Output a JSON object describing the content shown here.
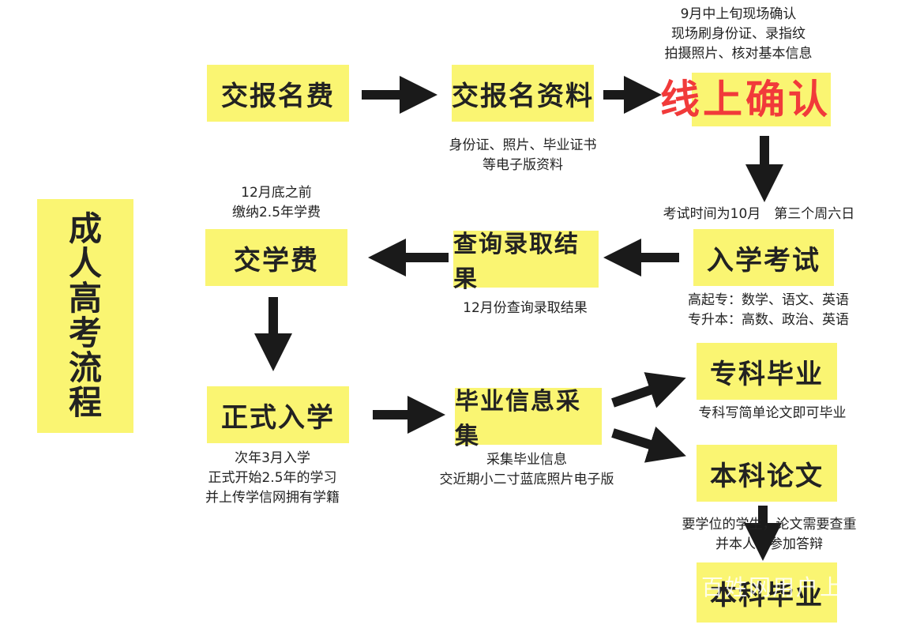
{
  "title_chars": [
    "成",
    "人",
    "高",
    "考",
    "流",
    "程"
  ],
  "steps": {
    "pay_fee": "交报名费",
    "submit_docs": "交报名资料",
    "confirm": "线上确认",
    "exam": "入学考试",
    "query": "查询录取结果",
    "tuition": "交学费",
    "enroll": "正式入学",
    "collect": "毕业信息采集",
    "zk_grad": "专科毕业",
    "bk_thesis": "本科论文",
    "bk_grad": "本科毕业"
  },
  "notes": {
    "confirm_1": "9月中上旬现场确认",
    "confirm_2": "现场刷身份证、录指纹",
    "confirm_3": "拍摄照片、核对基本信息",
    "docs_1": "身份证、照片、毕业证书",
    "docs_2": "等电子版资料",
    "exam_time": "考试时间为10月　第三个周六日",
    "tuition_1": "12月底之前",
    "tuition_2": "缴纳2.5年学费",
    "query_1": "12月份查询录取结果",
    "subj_1": "高起专：数学、语文、英语",
    "subj_2": "专升本：高数、政治、英语",
    "zk_1": "专科写简单论文即可毕业",
    "enroll_1": "次年3月入学",
    "enroll_2": "正式开始2.5年的学习",
    "enroll_3": "并上传学信网拥有学籍",
    "collect_1": "采集毕业信息",
    "collect_2": "交近期小二寸蓝底照片电子版",
    "thesis_1": "要学位的学生，论文需要查重",
    "thesis_2": "并本人　参加答辩"
  },
  "watermark": "百姓网用户上传",
  "colors": {
    "box": "#faf572",
    "arrow": "#1a1a1a",
    "red_text": "#f13a3a"
  }
}
